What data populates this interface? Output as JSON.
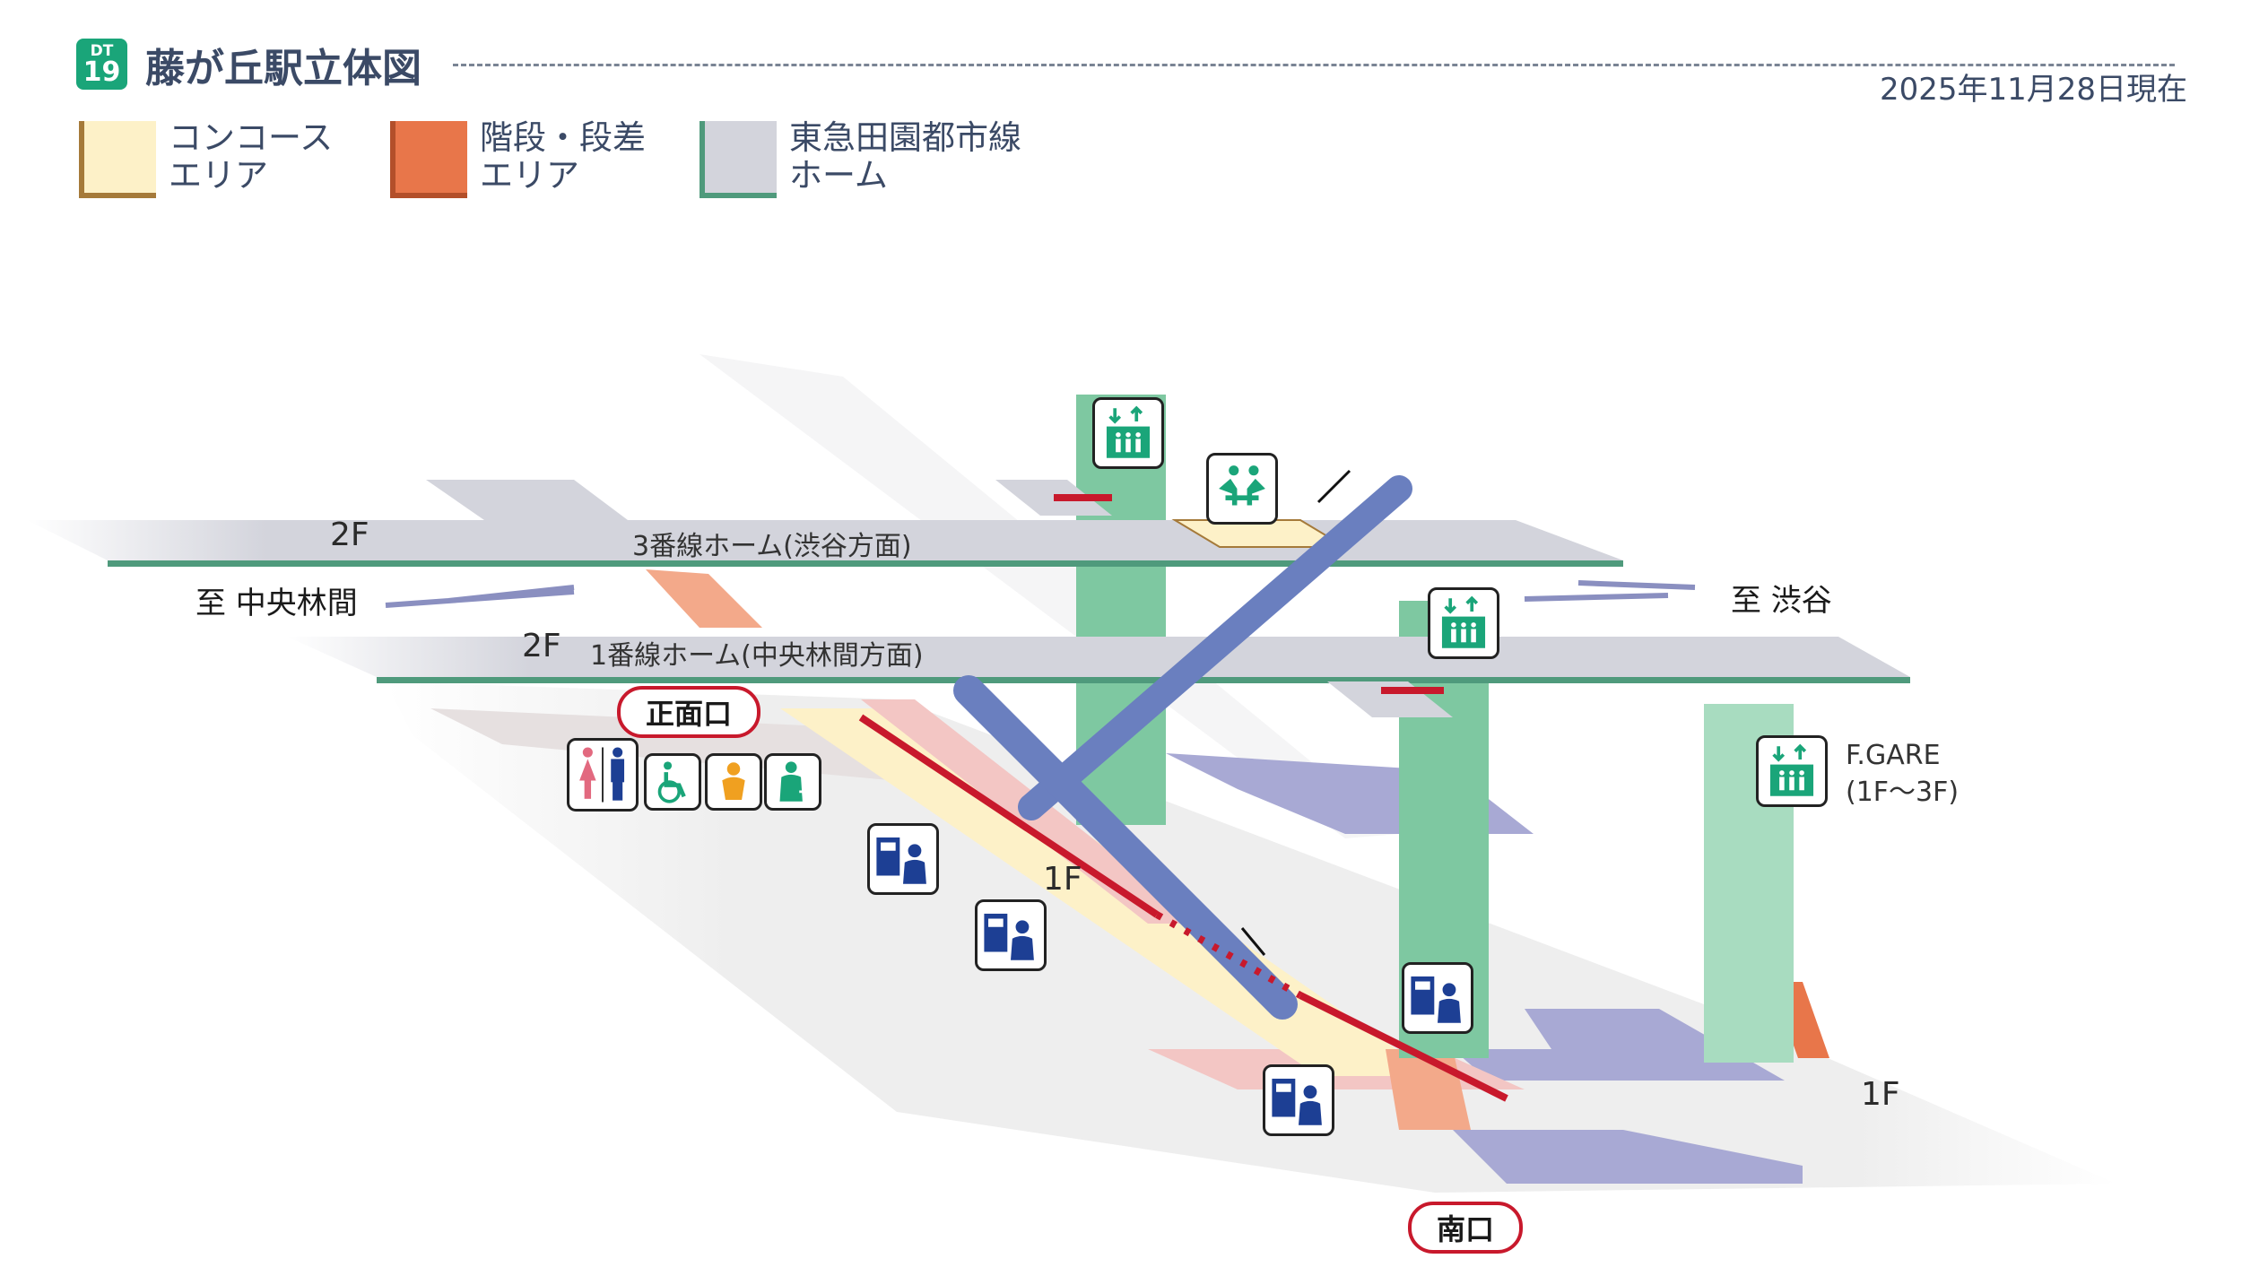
{
  "header": {
    "line_code": "DT",
    "station_number": "19",
    "title": "藤が丘駅立体図",
    "date": "2025年11月28日現在"
  },
  "legend": [
    {
      "line1": "コンコース",
      "line2": "エリア",
      "color": "#fdf1c8"
    },
    {
      "line1": "階段・段差",
      "line2": "エリア",
      "color": "#e8764a"
    },
    {
      "line1": "東急田園都市線",
      "line2": "ホーム",
      "color": "#d3d4dc"
    }
  ],
  "colors": {
    "platform": "#d3d4dc",
    "platform_edge": "#4f9a7c",
    "concourse": "#fdf1c8",
    "stairs": "#e8764a",
    "stair_pink": "#f3c6c4",
    "elevator": "#7ec8a1",
    "escalator": "#6a7fbf",
    "route": "#c8192c",
    "building": "#a8a9d4",
    "icon_green": "#1aa579",
    "icon_blue": "#1d3f94"
  },
  "diagram": {
    "floor_2f_upper": "2F",
    "floor_2f_lower": "2F",
    "floor_1f_center": "1F",
    "floor_1f_right": "1F",
    "platform_3": "3番線ホーム(渋谷方面)",
    "platform_1": "1番線ホーム(中央林間方面)",
    "to_chuorinkan": "至 中央林間",
    "to_shibuya": "至 渋谷",
    "exit_main": "正面口",
    "exit_south": "南口",
    "fgare_name": "F.GARE",
    "fgare_floors": "(1F～3F)"
  },
  "icons": [
    "elevator-icon",
    "waiting-area-icon",
    "ticket-machine-icon",
    "restroom-icon",
    "accessible-toilet-icon",
    "baby-care-icon",
    "ostomate-icon"
  ]
}
